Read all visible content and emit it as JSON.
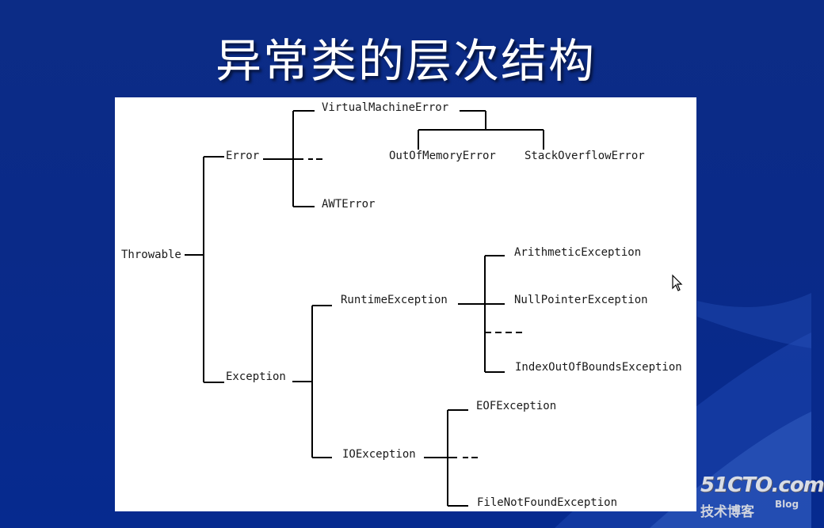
{
  "slide": {
    "title": "异常类的层次结构"
  },
  "diagram": {
    "nodes": {
      "throwable": "Throwable",
      "error": "Error",
      "exception": "Exception",
      "virtual_machine_error": "VirtualMachineError",
      "awt_error": "AWTError",
      "out_of_memory_error": "OutOfMemoryError",
      "stack_overflow_error": "StackOverflowError",
      "runtime_exception": "RuntimeException",
      "io_exception": "IOException",
      "arithmetic_exception": "ArithmeticException",
      "null_pointer_exception": "NullPointerException",
      "index_out_of_bounds_exception": "IndexOutOfBoundsException",
      "eof_exception": "EOFException",
      "file_not_found_exception": "FileNotFoundException"
    }
  },
  "watermark": {
    "main": "51CTO.com",
    "sub": "技术博客",
    "blog": "Blog"
  },
  "colors": {
    "background": "#0a2a88",
    "panel": "#ffffff",
    "lines": "#000000"
  }
}
